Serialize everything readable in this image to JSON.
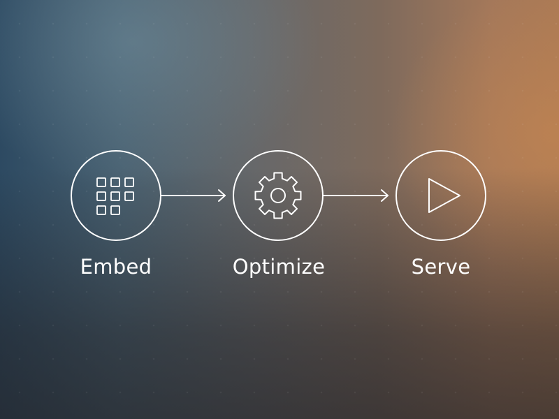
{
  "steps": [
    {
      "label": "Embed",
      "icon": "grid-icon"
    },
    {
      "label": "Optimize",
      "icon": "gear-icon"
    },
    {
      "label": "Serve",
      "icon": "play-icon"
    }
  ],
  "connectors": [
    {
      "from": "Embed",
      "to": "Optimize",
      "icon": "arrow-right-icon"
    },
    {
      "from": "Optimize",
      "to": "Serve",
      "icon": "arrow-right-icon"
    }
  ],
  "colors": {
    "stroke": "#ffffff",
    "background_left": "#2d4a62",
    "background_right": "#ab7a55"
  }
}
